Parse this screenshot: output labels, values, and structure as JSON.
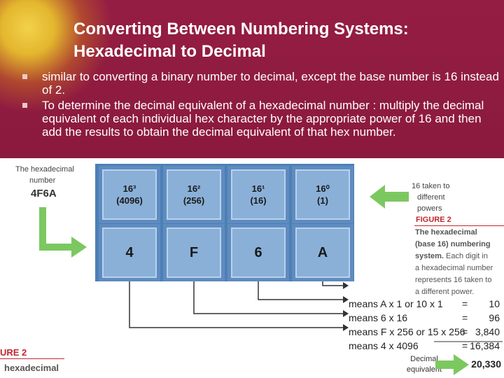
{
  "slide": {
    "title_line1": "Converting Between Numbering Systems:",
    "title_line2": "Hexadecimal to Decimal",
    "bullets": [
      "similar to converting a binary number to decimal, except the base number is 16 instead of 2.",
      "To determine the decimal equivalent of a hexadecimal number : multiply the decimal equivalent of each individual hex character by the appropriate power of 16 and then add the results to obtain the decimal equivalent of that hex number."
    ]
  },
  "figure": {
    "left_label_lines": [
      "The hexadecimal",
      "number"
    ],
    "hex_number": "4F6A",
    "powers": [
      {
        "power": "16³",
        "value": "(4096)"
      },
      {
        "power": "16²",
        "value": "(256)"
      },
      {
        "power": "16¹",
        "value": "(16)"
      },
      {
        "power": "16⁰",
        "value": "(1)"
      }
    ],
    "digits": [
      "4",
      "F",
      "6",
      "A"
    ],
    "right_note_lines": [
      "16 taken to",
      "different",
      "powers"
    ],
    "figure_caption": "FIGURE 2",
    "caption_lines": [
      "The hexadecimal",
      "(base 16) numbering",
      "system.",
      "Each digit in",
      "a hexadecimal number",
      "represents 16 taken to",
      "a different power."
    ],
    "results": [
      {
        "text": "means A x 1 or 10 x 1",
        "eq": "=",
        "value": "10"
      },
      {
        "text": "means 6 x 16",
        "eq": "=",
        "value": "96"
      },
      {
        "text": "means F x 256 or 15 x 256",
        "eq": "=",
        "value": "3,840"
      },
      {
        "text": "means 4 x 4096",
        "eq": "=",
        "value": "16,384"
      }
    ],
    "decimal_label_lines": [
      "Decimal",
      "equivalent"
    ],
    "total": "20,330",
    "bottom_left_caption": "URE 2",
    "bottom_left_caption2": "hexadecimal"
  },
  "colors": {
    "background": "#8a1a3c",
    "tile_fill": "#8ab0d8",
    "tile_border": "#5f8cc0",
    "arrow_green": "#7cc860",
    "caption_red": "#c0282d"
  }
}
